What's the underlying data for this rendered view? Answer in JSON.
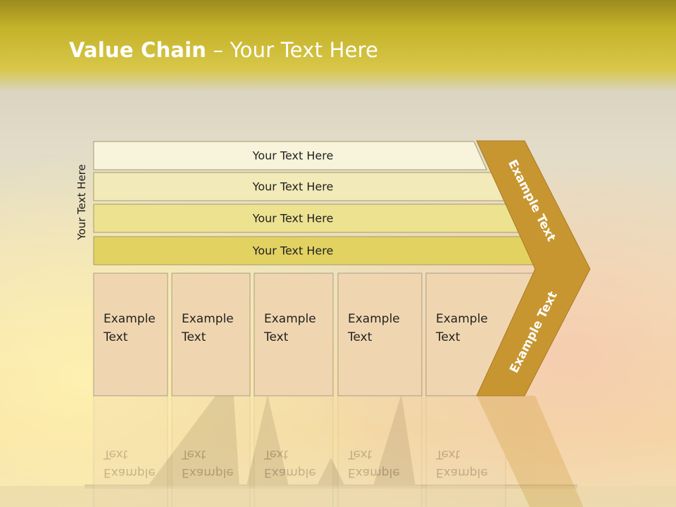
{
  "title": {
    "bold": "Value Chain",
    "separator": " – ",
    "rest": "Your Text Here"
  },
  "side_label": "Your Text Here",
  "support_rows": [
    {
      "label": "Your Text Here",
      "color": "#f8f4dc"
    },
    {
      "label": "Your Text Here",
      "color": "#f2eab8"
    },
    {
      "label": "Your Text Here",
      "color": "#ede290"
    },
    {
      "label": "Your Text Here",
      "color": "#e2d262"
    }
  ],
  "primary_columns": [
    {
      "line1": "Example",
      "line2": "Text"
    },
    {
      "line1": "Example",
      "line2": "Text"
    },
    {
      "line1": "Example",
      "line2": "Text"
    },
    {
      "line1": "Example",
      "line2": "Text"
    },
    {
      "line1": "Example",
      "line2": "Text"
    }
  ],
  "arrow": {
    "top_label": "Example Text",
    "bottom_label": "Example Text",
    "color": "#c89631"
  },
  "colors": {
    "header_band": "#c9b728",
    "column_fill": "#f0d6b0",
    "column_border": "#a89e86"
  }
}
